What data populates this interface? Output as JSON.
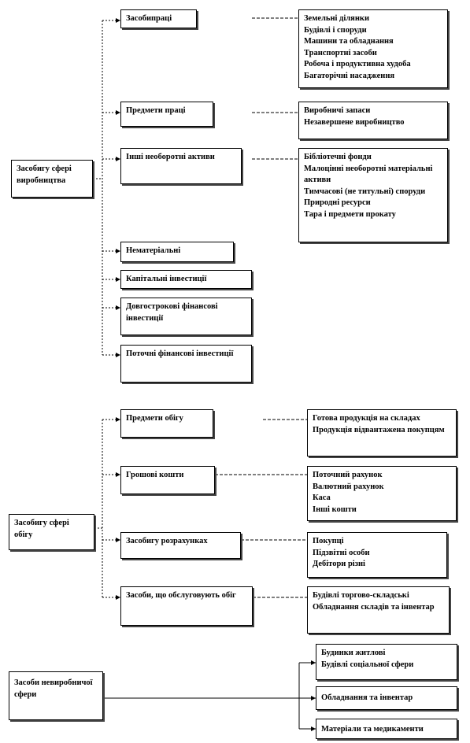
{
  "nodes": {
    "root1": "Засобигу сфері виробництва",
    "zasobi_pratsi": "Засобипраці",
    "zasobi_pratsi_list": [
      "Земельні ділянки",
      "Будівлі  і споруди",
      "Машини та обладнання",
      "Транспортні засоби",
      "Робоча і продуктивна худоба",
      "Багаторічні  насадження"
    ],
    "predmety_pratsi": "Предмети праці",
    "predmety_pratsi_list": [
      "Виробничі запаси",
      "Незавершене виробництво"
    ],
    "inshi": "Інші необоротні активи",
    "inshi_list": [
      "Бібліотечні  фонди",
      "Малоцінні необоротні матеріальні  активи",
      "Тимчасові (не титульні) споруди",
      "Природні ресурси",
      "Тара і предмети прокату"
    ],
    "nematerialni": "Нематеріальні",
    "kapitalni": "Капітальні  інвестиції",
    "dovgostrokovi": "Довгострокові фінансові інвестиції",
    "potochni": "Поточні фінансові інвестиції",
    "root2": "Засобигу сфері обігу",
    "predmety_obigu": "Предмети обігу",
    "predmety_obigu_list": [
      "Готова продукція на складах",
      "Продукція відвантажена покупцям"
    ],
    "groshovi": "Грошові кошти",
    "groshovi_list": [
      "Поточний рахунок",
      "Валютний  рахунок",
      "Каса",
      "Інші кошти"
    ],
    "rozrahunky": "Засобигу розрахунках",
    "rozrahunky_list": [
      "Покупці",
      "Підзвітні  особи",
      "Дебітори різні"
    ],
    "obslugovuyut": "Засоби, що обслуговують обіг",
    "obslugovuyut_list": [
      "Будівлі  торгово-складські",
      "Обладнання складів та інвентар"
    ],
    "root3": "Засоби невиробничої сфери",
    "nevyrob_1_list": [
      "Будинки  житлові",
      "Будівлі  соціальної сфери"
    ],
    "nevyrob_2": "Обладнання  та інвентар",
    "nevyrob_3": "Матеріали та медикаменти"
  }
}
